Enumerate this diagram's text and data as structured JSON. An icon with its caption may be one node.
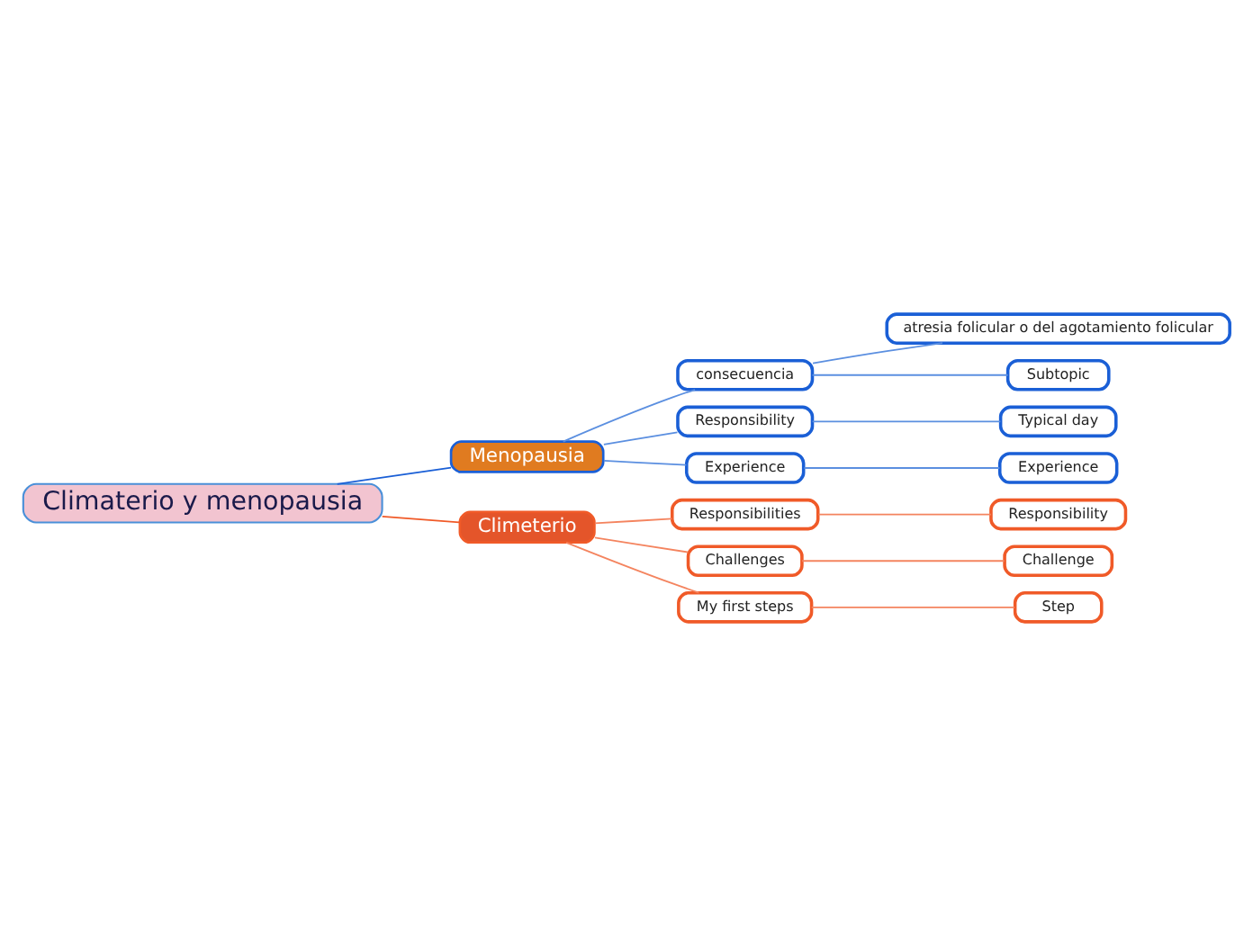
{
  "diagram": {
    "nodes": [
      {
        "text": [
          "Climaterio y menopausia"
        ]
      },
      {
        "text": [
          "Menopausia"
        ]
      },
      {
        "text": [
          "consecuencia"
        ]
      },
      {
        "text": [
          "atresia folicular o del agotamiento folicular"
        ]
      },
      {
        "text": [
          "Subtopic"
        ]
      },
      {
        "text": [
          "Responsibility"
        ]
      },
      {
        "text": [
          "Typical day"
        ]
      },
      {
        "text": [
          "Experience"
        ]
      },
      {
        "text": [
          "Experience"
        ]
      },
      {
        "text": [
          "Climeterio"
        ]
      },
      {
        "text": [
          "Responsibilities"
        ]
      },
      {
        "text": [
          "Responsibility"
        ]
      },
      {
        "text": [
          "Challenges"
        ]
      },
      {
        "text": [
          "Challenge"
        ]
      },
      {
        "text": [
          "My first steps"
        ]
      },
      {
        "text": [
          "Step"
        ]
      }
    ],
    "edges": [
      {
        "from": 0,
        "to": 1,
        "arrow": "none",
        "color": "#1a5fd6"
      },
      {
        "from": 1,
        "to": 2,
        "arrow": "none",
        "color": "#5b8fe0"
      },
      {
        "from": 2,
        "to": 3,
        "arrow": "none",
        "color": "#5b8fe0"
      },
      {
        "from": 2,
        "to": 4,
        "arrow": "none",
        "color": "#5b8fe0"
      },
      {
        "from": 1,
        "to": 5,
        "arrow": "none",
        "color": "#5b8fe0"
      },
      {
        "from": 5,
        "to": 6,
        "arrow": "none",
        "color": "#5b8fe0"
      },
      {
        "from": 1,
        "to": 7,
        "arrow": "none",
        "color": "#5b8fe0"
      },
      {
        "from": 7,
        "to": 8,
        "arrow": "none",
        "color": "#5b8fe0"
      },
      {
        "from": 0,
        "to": 9,
        "arrow": "none",
        "color": "#f05a28"
      },
      {
        "from": 9,
        "to": 10,
        "arrow": "none",
        "color": "#f4845f"
      },
      {
        "from": 10,
        "to": 11,
        "arrow": "none",
        "color": "#f4845f"
      },
      {
        "from": 9,
        "to": 12,
        "arrow": "none",
        "color": "#f4845f"
      },
      {
        "from": 12,
        "to": 13,
        "arrow": "none",
        "color": "#f4845f"
      },
      {
        "from": 9,
        "to": 14,
        "arrow": "none",
        "color": "#f4845f"
      },
      {
        "from": 14,
        "to": 15,
        "arrow": "none",
        "color": "#f4845f"
      }
    ]
  }
}
